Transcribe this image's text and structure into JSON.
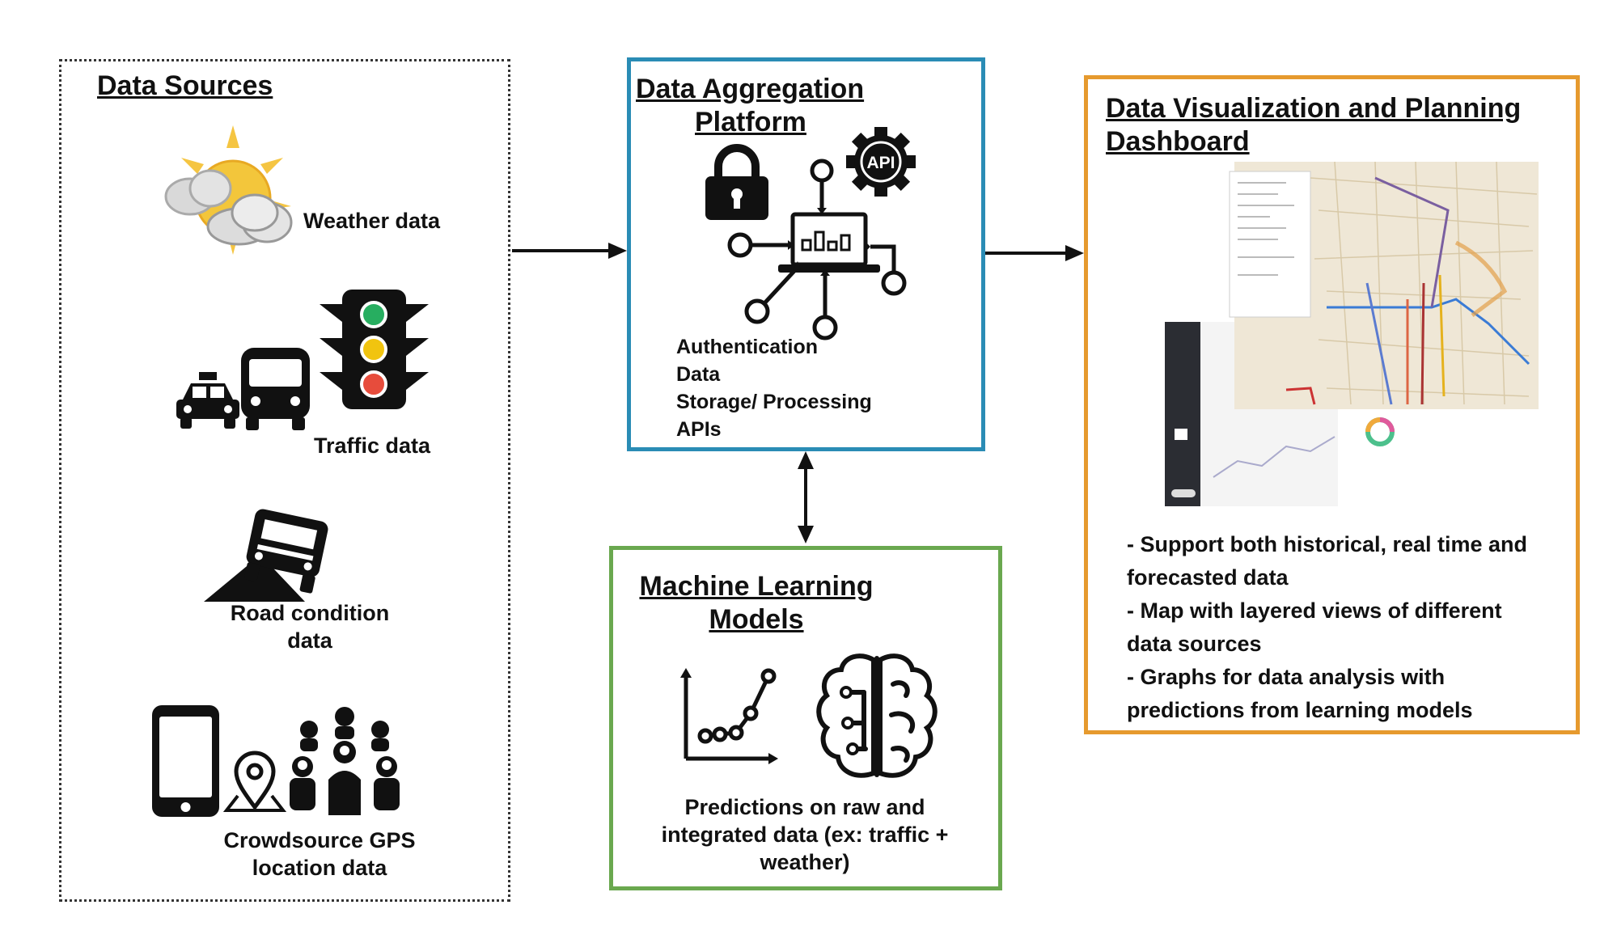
{
  "sources": {
    "title": "Data Sources",
    "weather": "Weather data",
    "traffic": "Traffic data",
    "road_line1": "Road condition",
    "road_line2": "data",
    "gps_line1": "Crowdsource GPS",
    "gps_line2": "location data"
  },
  "aggregation": {
    "title_line1": "Data Aggregation",
    "title_line2": "Platform",
    "items": [
      "Authentication",
      "Data",
      "Storage/ Processing",
      "APIs"
    ],
    "api_badge": "API"
  },
  "ml": {
    "title_line1": "Machine Learning",
    "title_line2": "Models",
    "caption_line1": "Predictions on raw and",
    "caption_line2": "integrated data (ex: traffic +",
    "caption_line3": "weather)"
  },
  "dashboard": {
    "title_line1": "Data Visualization and Planning",
    "title_line2": "Dashboard",
    "bullets": [
      "- Support both historical, real time and",
      "forecasted data",
      "- Map with layered views of different",
      "data sources",
      "- Graphs for data analysis with",
      "predictions from learning models"
    ]
  },
  "colors": {
    "aggregation_border": "#2a8cb5",
    "ml_border": "#6aa84f",
    "dashboard_border": "#e69a2e",
    "sources_border": "#333333"
  }
}
